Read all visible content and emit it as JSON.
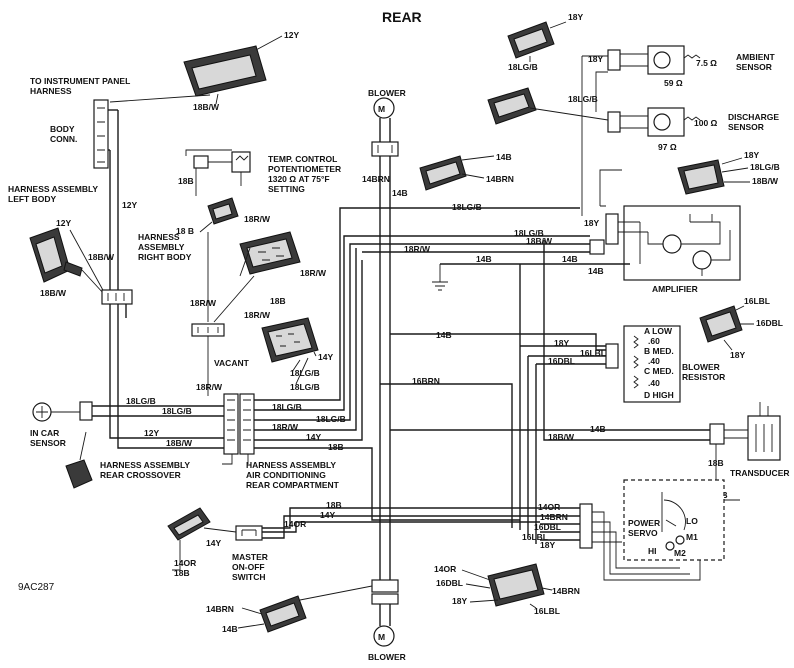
{
  "title": "REAR",
  "ref_code": "9AC287",
  "labels": {
    "instr_panel": [
      "TO INSTRUMENT PANEL",
      "HARNESS"
    ],
    "body_conn": [
      "BODY",
      "CONN."
    ],
    "harness_left": [
      "HARNESS ASSEMBLY",
      "LEFT BODY"
    ],
    "harness_right": [
      "HARNESS",
      "ASSEMBLY",
      "RIGHT BODY"
    ],
    "temp_pot": [
      "TEMP. CONTROL",
      "POTENTIOMETER",
      "1320 Ω AT 75°F",
      "SETTING"
    ],
    "vacant": "VACANT",
    "in_car": [
      "IN CAR",
      "SENSOR"
    ],
    "rear_crossover": [
      "HARNESS ASSEMBLY",
      "REAR CROSSOVER"
    ],
    "ac_rear": [
      "HARNESS ASSEMBLY",
      "AIR CONDITIONING",
      "REAR COMPARTMENT"
    ],
    "master_switch": [
      "MASTER",
      "ON-OFF",
      "SWITCH"
    ],
    "blower_top": "BLOWER",
    "blower_bottom": "BLOWER",
    "ambient": [
      "AMBIENT",
      "SENSOR"
    ],
    "discharge": [
      "DISCHARGE",
      "SENSOR"
    ],
    "amplifier": "AMPLIFIER",
    "blower_resistor": [
      "BLOWER",
      "RESISTOR"
    ],
    "transducer": "TRANSDUCER",
    "power_servo": [
      "POWER",
      "SERVO"
    ],
    "res_taps": [
      "A LOW",
      ".60",
      "B MED.",
      ".40",
      "C MED.",
      ".40",
      "D HIGH"
    ],
    "ohm_75": "7.5 Ω",
    "ohm_59": "59 Ω",
    "ohm_100": "100 Ω",
    "ohm_97": "97 Ω",
    "servo_lo": "LO",
    "servo_hi": "HI",
    "servo_m1": "M1",
    "servo_m2": "M2"
  },
  "wires": {
    "y12_top": "12Y",
    "b18w_top": "18B/W",
    "y12_left": "12Y",
    "b18w_left1": "18B/W",
    "b18w_left2": "18B/W",
    "y12_body": "12Y",
    "b18_pot": "18B",
    "b18_pot2": "18 B",
    "rw18_pot": "18R/W",
    "rw18_right": "18R/W",
    "rw18_vac": "18R/W",
    "rw18_vac2": "18R/W",
    "b18_conn": "18B",
    "rw18_conn": "18R/W",
    "y14_conn": "14Y",
    "lgb18_conn": "18LG/B",
    "lgb18_conn2": "18LG/B",
    "lgb18_a": "18LG/B",
    "lgb18_b": "18LG/B",
    "lgb18_c": "18LG/B",
    "lgb18_d": "18LG/B",
    "lgb18_e": "18LG/B",
    "rw18_a": "18R/W",
    "rw18_b": "18R/W",
    "rw18_c": "18R/W",
    "y12_a": "12Y",
    "y14_a": "14Y",
    "y14_b": "14Y",
    "bw18_a": "18B/W",
    "bw18_b": "18B/W",
    "b18_a": "18B",
    "b18_b": "18B",
    "or14_a": "14OR",
    "or14_b": "14OR",
    "b14_a": "14B",
    "b14_b": "14B",
    "b14_c": "14B",
    "b14_d": "14B",
    "b14_e": "14B",
    "b14_f": "14B",
    "b14_g": "14B",
    "b14_h": "14B",
    "brn14_a": "14BRN",
    "brn14_b": "14BRN",
    "brn14_c": "14BRN",
    "brn14_d": "14BRN",
    "brn16": "16BRN",
    "y18_amb": "18Y",
    "lgb18_amb": "18LG/B",
    "y18_amb2": "18Y",
    "lgb18_amb2": "18LG/B",
    "y18_amp": "18Y",
    "lgb18_amp": "18LG/B",
    "bw18_amp": "18B/W",
    "y18_amp2": "18Y",
    "y18_res": "18Y",
    "lbl16_res": "16LBL",
    "dbl16_res": "16DBL",
    "lbl16_conn": "16LBL",
    "dbl16_conn": "16DBL",
    "y18_conn": "18Y",
    "bw18_trans": "18B/W",
    "b18_trans": "18B",
    "b14_trans": "14B",
    "or14_servo": "14OR",
    "brn14_servo": "14BRN",
    "dbl16_servo": "16DBL",
    "lbl16_servo": "16LBL",
    "y18_servo": "18Y",
    "or14_bot": "14OR",
    "dbl16_bot": "16DBL",
    "y18_bot": "18Y",
    "brn14_bot": "14BRN",
    "lbl16_bot": "16LBL",
    "or14_sw": "14OR",
    "b18_sw": "18B"
  }
}
